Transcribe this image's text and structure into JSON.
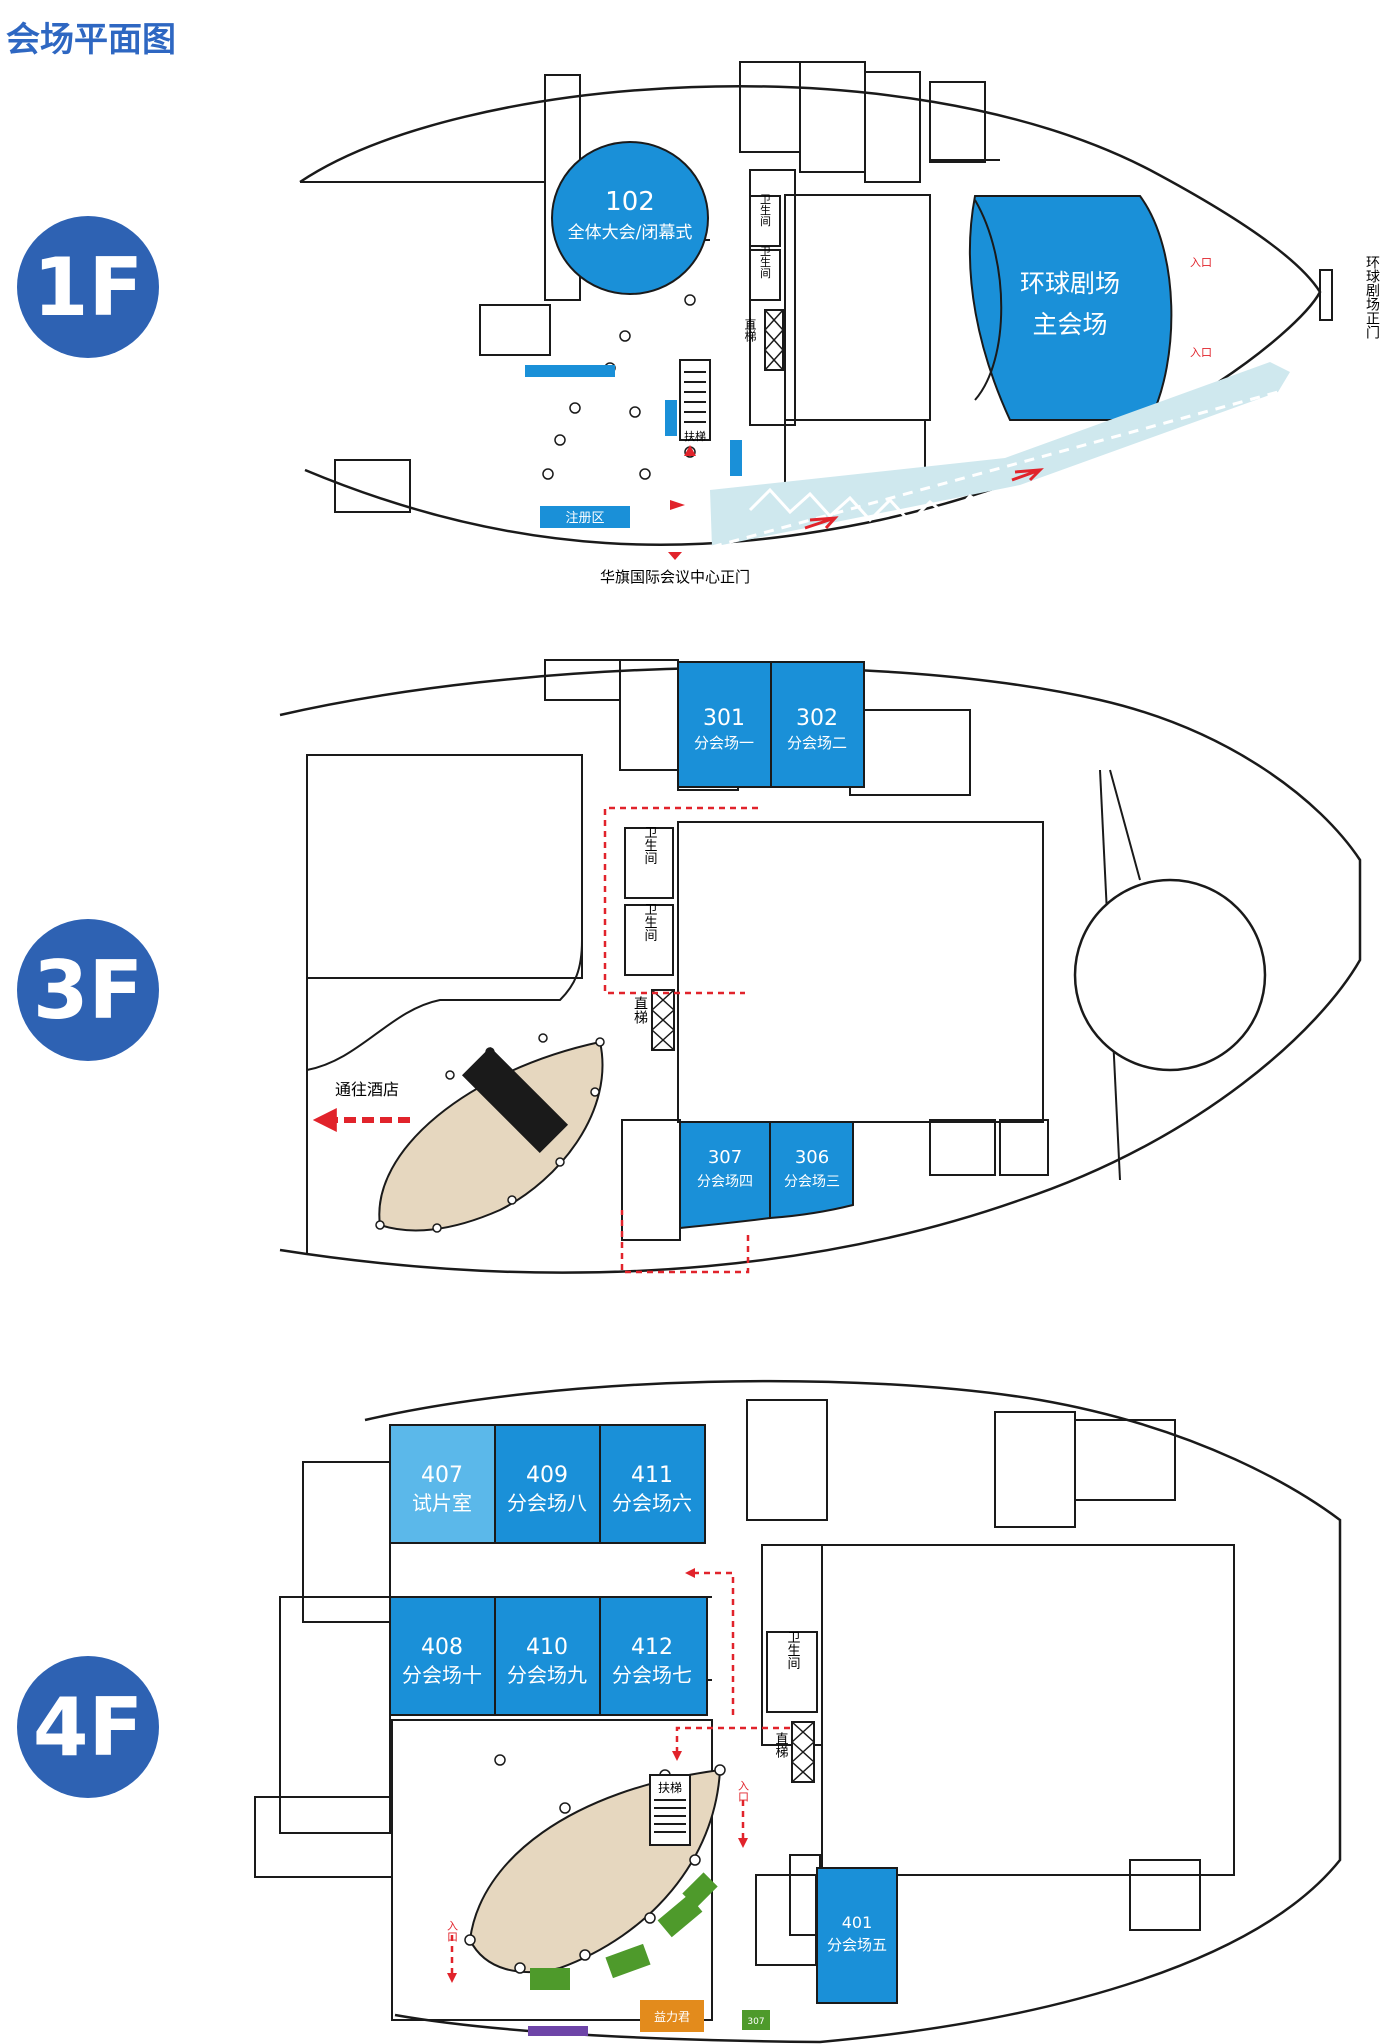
{
  "page": {
    "title": "会场平面图"
  },
  "colors": {
    "badge": "#2e62b3",
    "hall": "#1a90d8",
    "hall_light": "#5bb8ea",
    "lobby": "#e6d7bf",
    "ribbon": "#cfe8ee",
    "green": "#4e9a2b",
    "orange": "#e38b1c",
    "purple": "#6e45a8",
    "route": "#e1232b"
  },
  "floors": [
    {
      "id": "1F",
      "badge": "1F",
      "rooms": {
        "r102_num": "102",
        "r102_name": "全体大会/闭幕式",
        "theater_line1": "环球剧场",
        "theater_line2": "主会场"
      },
      "labels": {
        "main_gate": "华旗国际会议中心正门",
        "theater_gate": "环球剧场正门",
        "registration": "注册区",
        "toilet_a": "卫生间",
        "toilet_b": "卫生间",
        "elevator": "直梯",
        "stair": "扶梯",
        "entry_1": "入口",
        "entry_2": "入口"
      }
    },
    {
      "id": "3F",
      "badge": "3F",
      "rooms": [
        {
          "num": "301",
          "name": "分会场一"
        },
        {
          "num": "302",
          "name": "分会场二"
        },
        {
          "num": "307",
          "name": "分会场四"
        },
        {
          "num": "306",
          "name": "分会场三"
        }
      ],
      "labels": {
        "to_hotel": "通往酒店",
        "toilet_a": "卫生间",
        "toilet_b": "卫生间",
        "elevator": "直梯"
      }
    },
    {
      "id": "4F",
      "badge": "4F",
      "rooms": [
        {
          "num": "407",
          "name": "试片室"
        },
        {
          "num": "409",
          "name": "分会场八"
        },
        {
          "num": "411",
          "name": "分会场六"
        },
        {
          "num": "408",
          "name": "分会场十"
        },
        {
          "num": "410",
          "name": "分会场九"
        },
        {
          "num": "412",
          "name": "分会场七"
        },
        {
          "num": "401",
          "name": "分会场五"
        }
      ],
      "labels": {
        "toilet": "卫生间",
        "elevator": "直梯",
        "stair": "扶梯",
        "booth_orange": "益力君",
        "booth_small": "307",
        "entry_right": "入口",
        "entry_left": "入口"
      }
    }
  ]
}
